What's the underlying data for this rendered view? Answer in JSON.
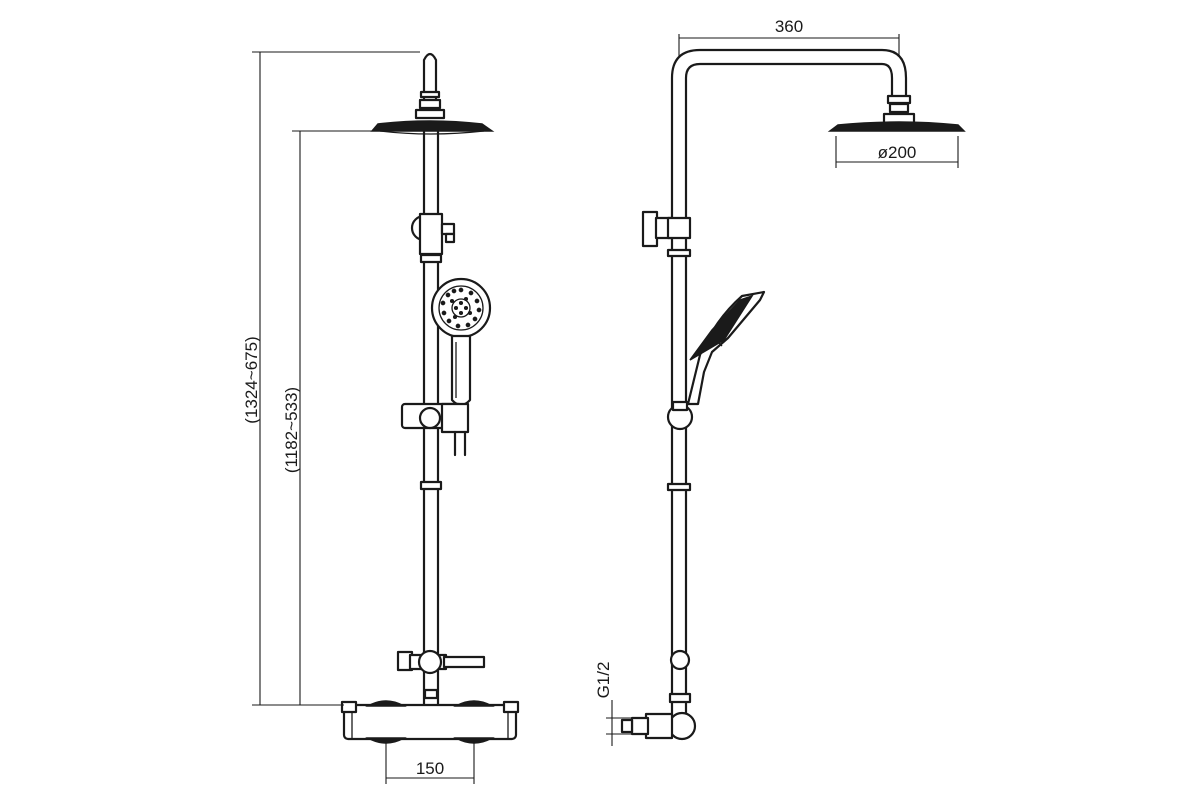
{
  "dimensions": {
    "total_height": "(1324~675)",
    "rail_height": "(1182~533)",
    "inlet_spacing": "150",
    "arm_projection": "360",
    "head_diameter": "ø200",
    "thread": "G1/2"
  },
  "colors": {
    "line": "#1a1a1a",
    "background": "#ffffff"
  }
}
